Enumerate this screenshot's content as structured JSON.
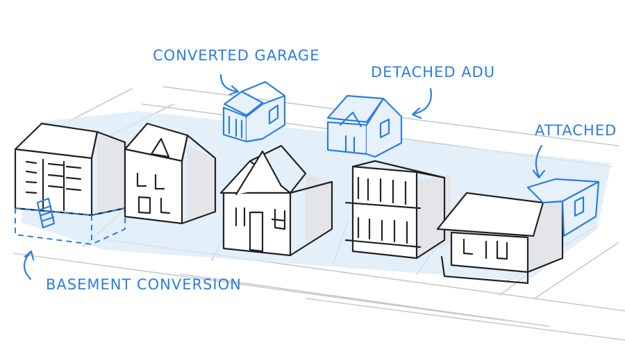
{
  "labels": {
    "converted_garage": "CONVERTED GARAGE",
    "detached_adu": "DETACHED ADU",
    "attached": "ATTACHED",
    "basement_conversion": "BASEMENT CONVERSION"
  },
  "colors": {
    "accent": "#2b7de0",
    "ink": "#222222",
    "shade_blue": "#d9e9f7",
    "shade_gray": "#e3e5e8"
  }
}
